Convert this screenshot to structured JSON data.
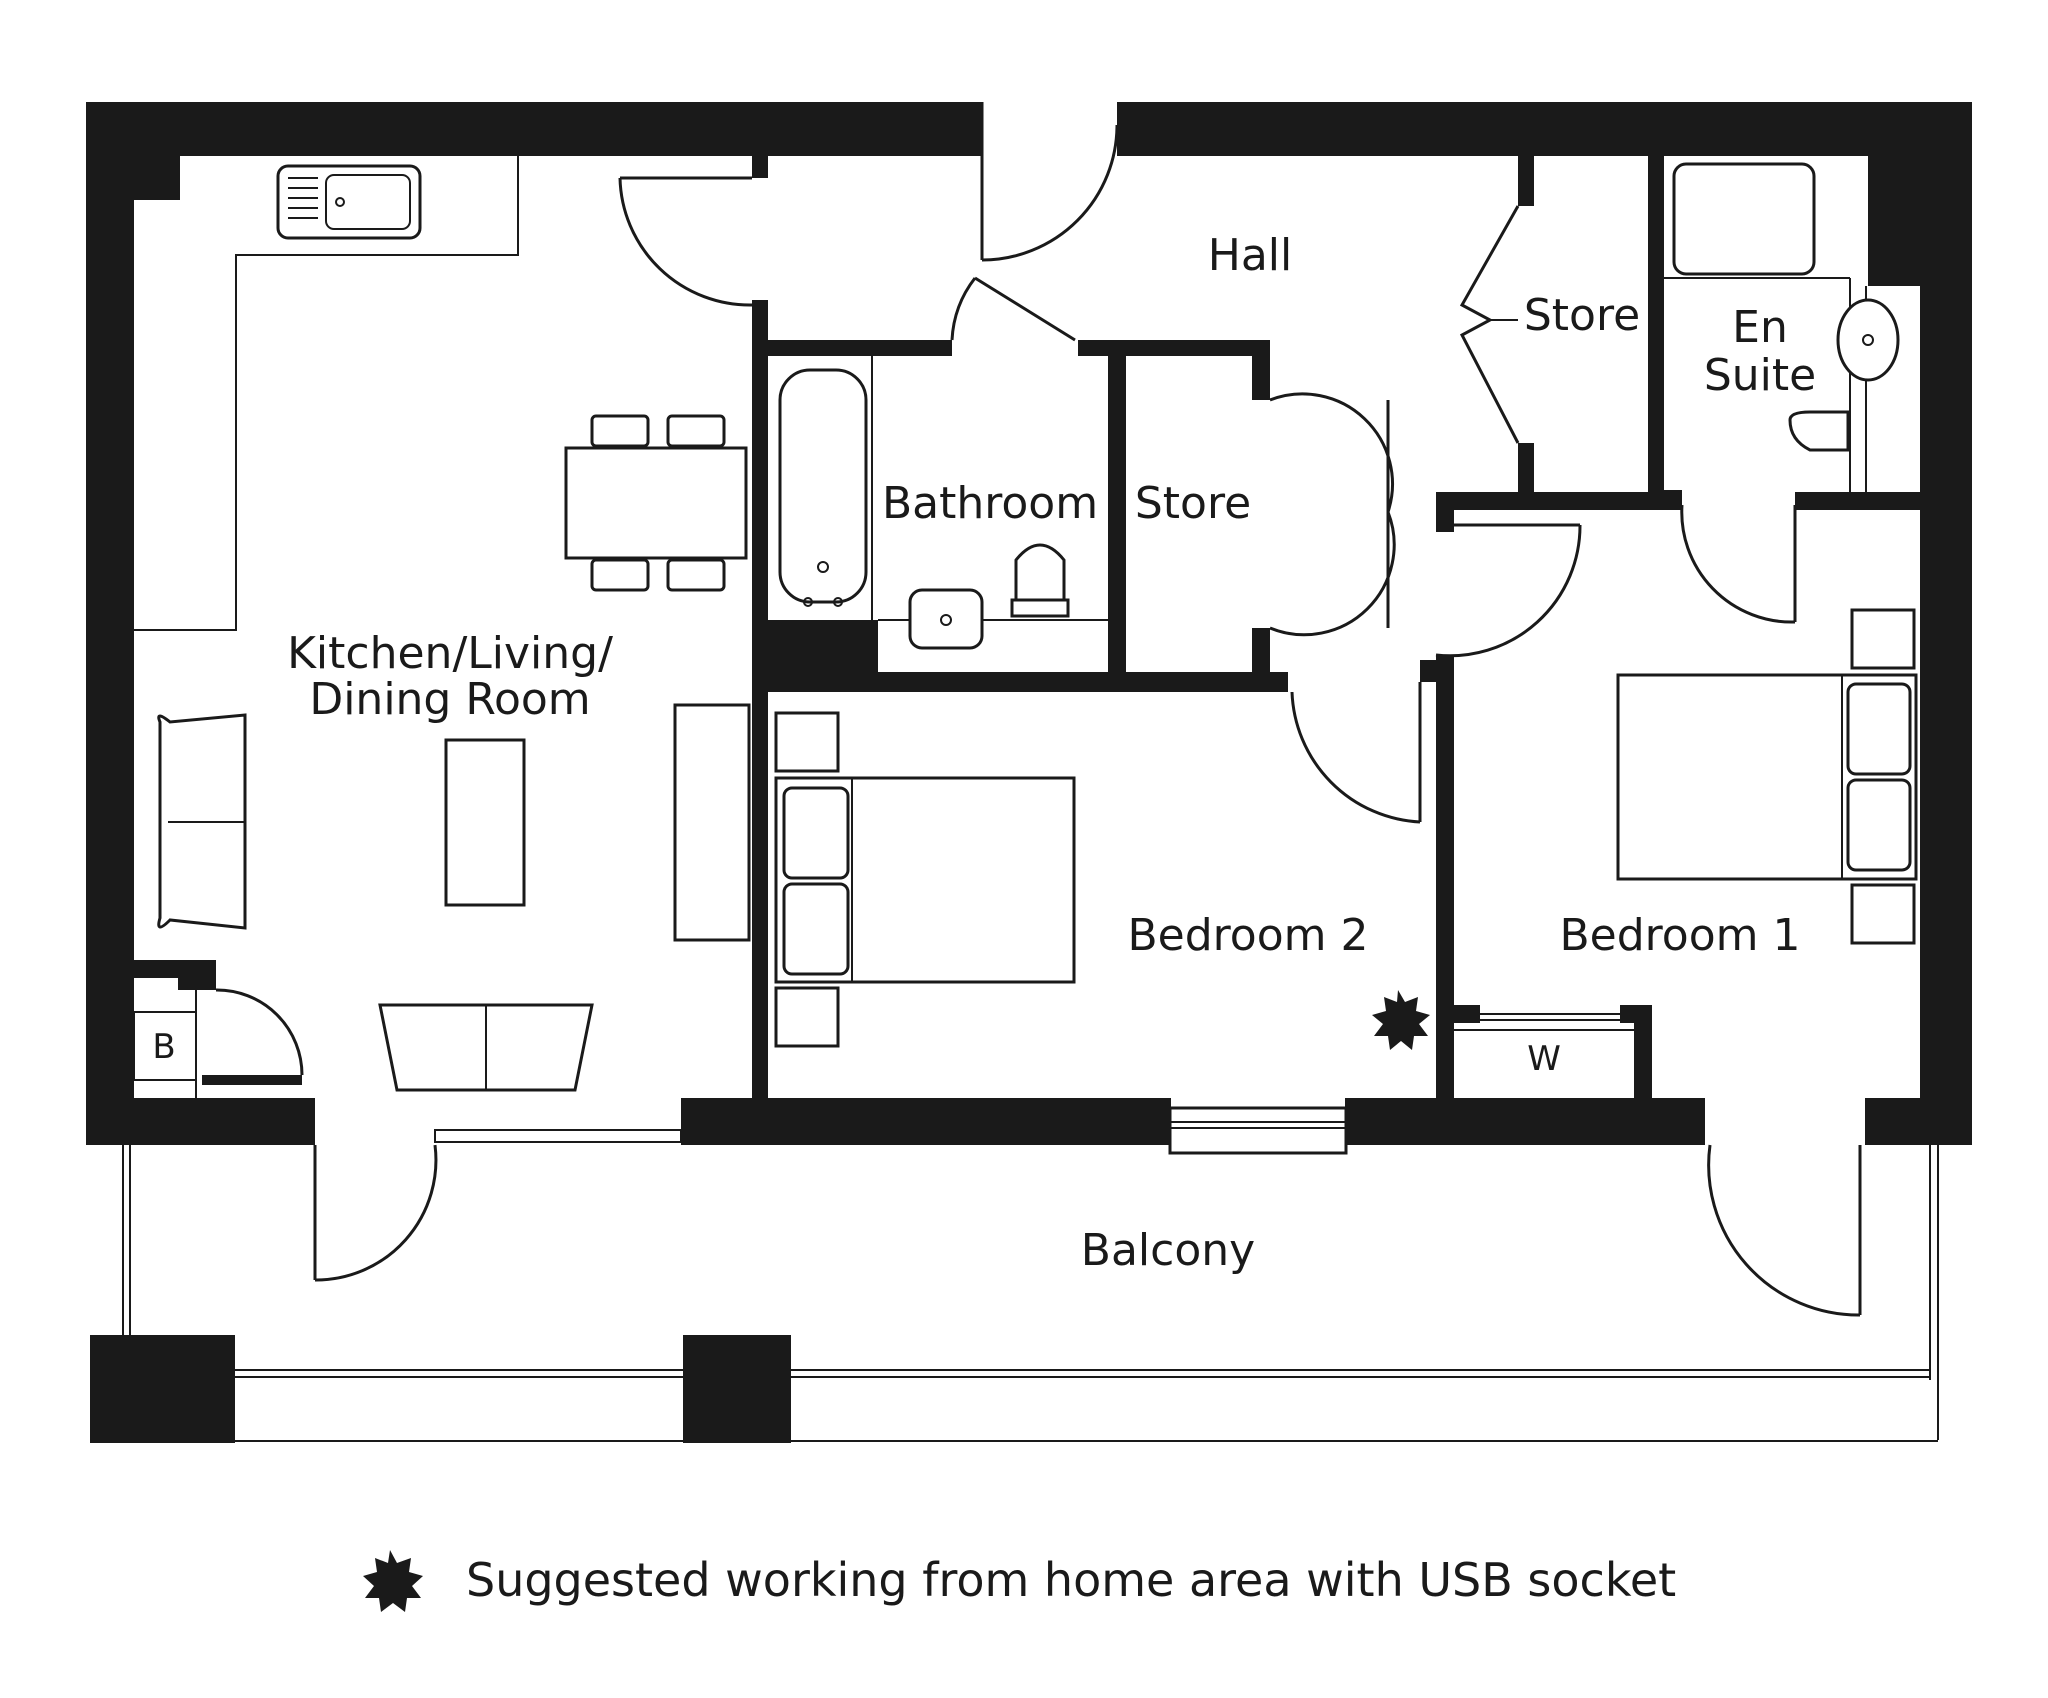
{
  "rooms": {
    "kitchen_line1": "Kitchen/Living/",
    "kitchen_line2": "Dining Room",
    "hall": "Hall",
    "store_hall": "Store",
    "store_center": "Store",
    "bathroom": "Bathroom",
    "ensuite_line1": "En",
    "ensuite_line2": "Suite",
    "bedroom2": "Bedroom 2",
    "bedroom1": "Bedroom 1",
    "balcony": "Balcony",
    "boiler": "B",
    "wardrobe": "W"
  },
  "legend": {
    "text": "Suggested working from home area with USB socket"
  }
}
